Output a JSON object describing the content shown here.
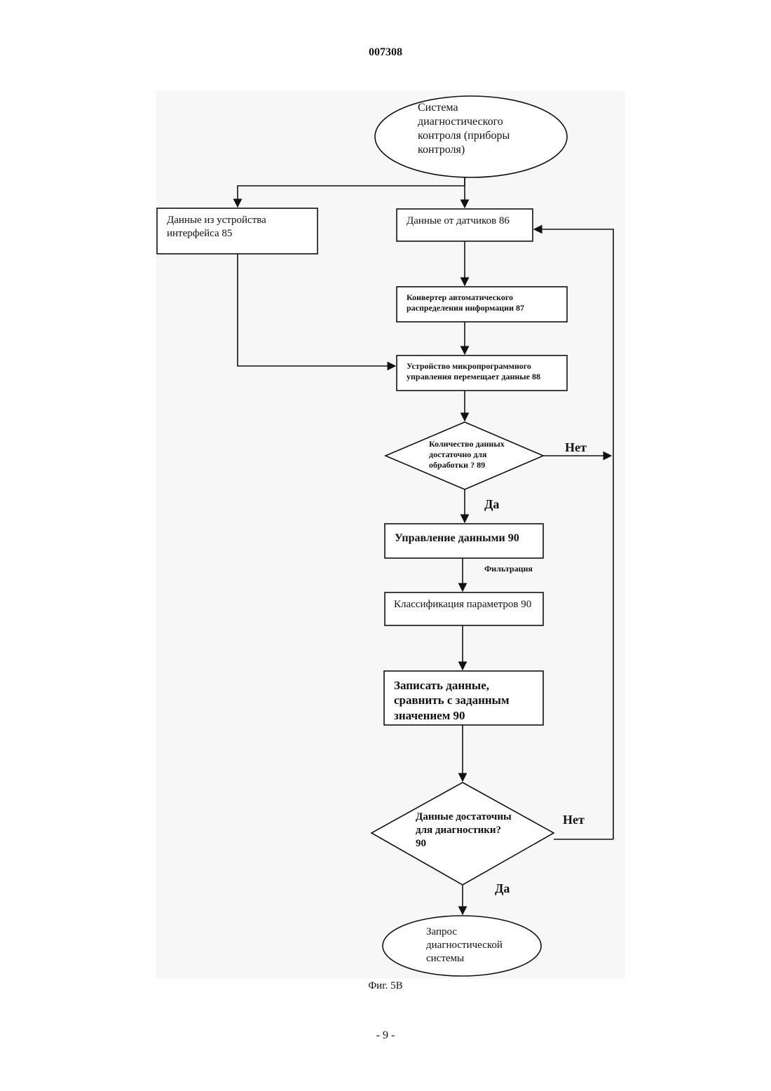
{
  "document": {
    "patent_number": "007308",
    "figure_caption": "Фиг. 5В",
    "page_number": "- 9 -"
  },
  "flowchart": {
    "start": "Система диагностического контроля (приборы контроля)",
    "interface_data": "Данные из устройства интерфейса 85",
    "sensor_data": "Данные от датчиков 86",
    "converter": "Конвертер автоматического распределения информации  87",
    "firmware_device": "Устройство микропрограммного управления перемещает данные 88",
    "decision_enough_data": "Количество данных достаточно для обработки ? 89",
    "no_label_1": "Нет",
    "yes_label_1": "Да",
    "data_management": "Управление данными 90",
    "filtration_label": "Фильтрация",
    "classification": "Классификация параметров 90",
    "record_compare": "Записать данные, сравнить с заданным значением 90",
    "decision_diagnostics": "Данные достаточны для диагностики? 90",
    "no_label_2": "Нет",
    "yes_label_2": "Да",
    "end": "Запрос диагностической системы"
  }
}
